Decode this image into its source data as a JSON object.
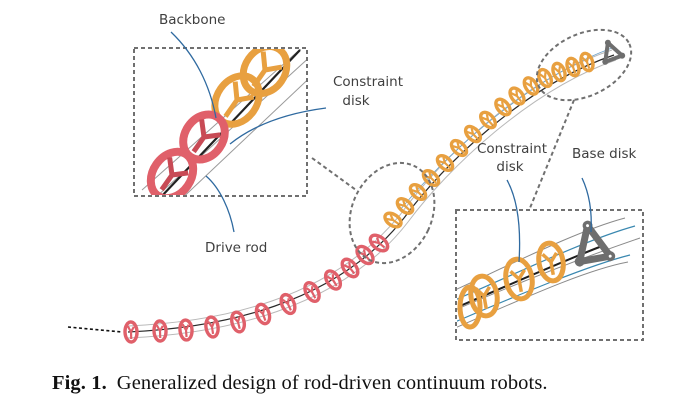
{
  "figure": {
    "caption_prefix": "Fig. 1.",
    "caption_text": "Generalized design of rod-driven continuum robots.",
    "labels": {
      "backbone": "Backbone",
      "constraint_disk_top_l1": "Constraint",
      "constraint_disk_top_l2": "disk",
      "drive_rod": "Drive rod",
      "constraint_disk_right_l1": "Constraint",
      "constraint_disk_right_l2": "disk",
      "base_disk": "Base disk"
    },
    "components": [
      "backbone",
      "drive rod",
      "constraint disk",
      "base disk"
    ],
    "colors": {
      "distal_disks": "#e0606a",
      "proximal_disks": "#e8a040",
      "base_disk": "#6e6e6e",
      "leader_lines": "#2f6aa0",
      "dashed_callouts": "#707070"
    }
  }
}
